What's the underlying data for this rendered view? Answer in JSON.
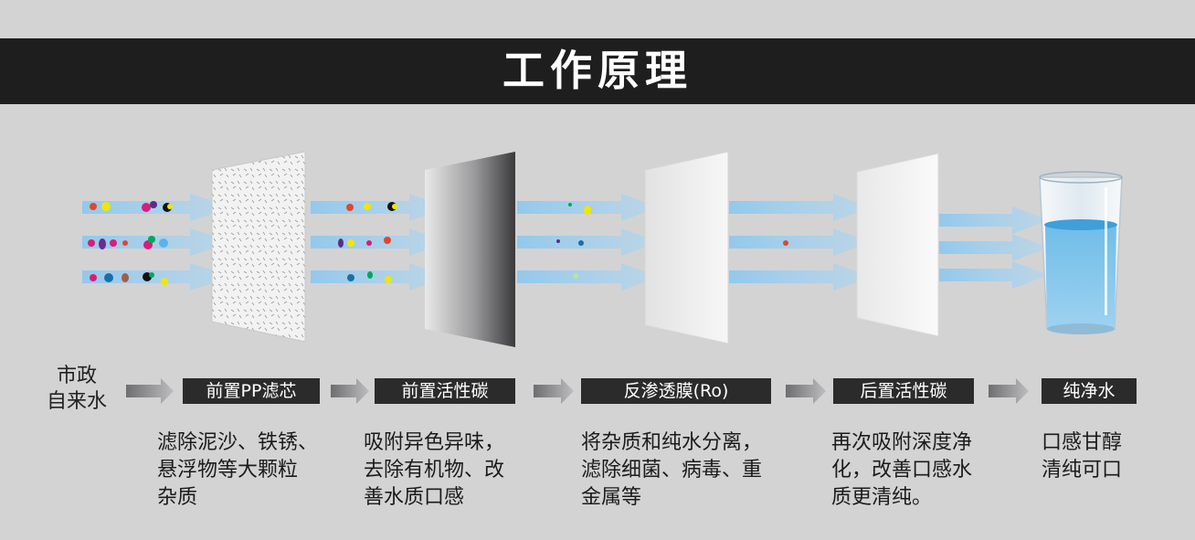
{
  "title": "工作原理",
  "source": {
    "label_line1": "市政",
    "label_line2": "自来水"
  },
  "stages": [
    {
      "label": "前置PP滤芯",
      "description": "滤除泥沙、铁锈、\n悬浮物等大颗粒\n杂质"
    },
    {
      "label": "前置活性碳",
      "description": "吸附异色异味，\n去除有机物、改\n善水质口感"
    },
    {
      "label": "反渗透膜(Ro)",
      "description": "将杂质和纯水分离，\n滤除细菌、病毒、重\n金属等"
    },
    {
      "label": "后置活性碳",
      "description": "再次吸附深度净\n化，改善口感水\n质更清纯。"
    },
    {
      "label": "纯净水",
      "description": "口感甘醇\n清纯可口"
    }
  ],
  "colors": {
    "background": "#d3d3d4",
    "title_bar": "#1e1e1e",
    "flow_arrow": "#8fc8ee",
    "label_box": "#2b2b2b",
    "water": "#5aaee0"
  }
}
